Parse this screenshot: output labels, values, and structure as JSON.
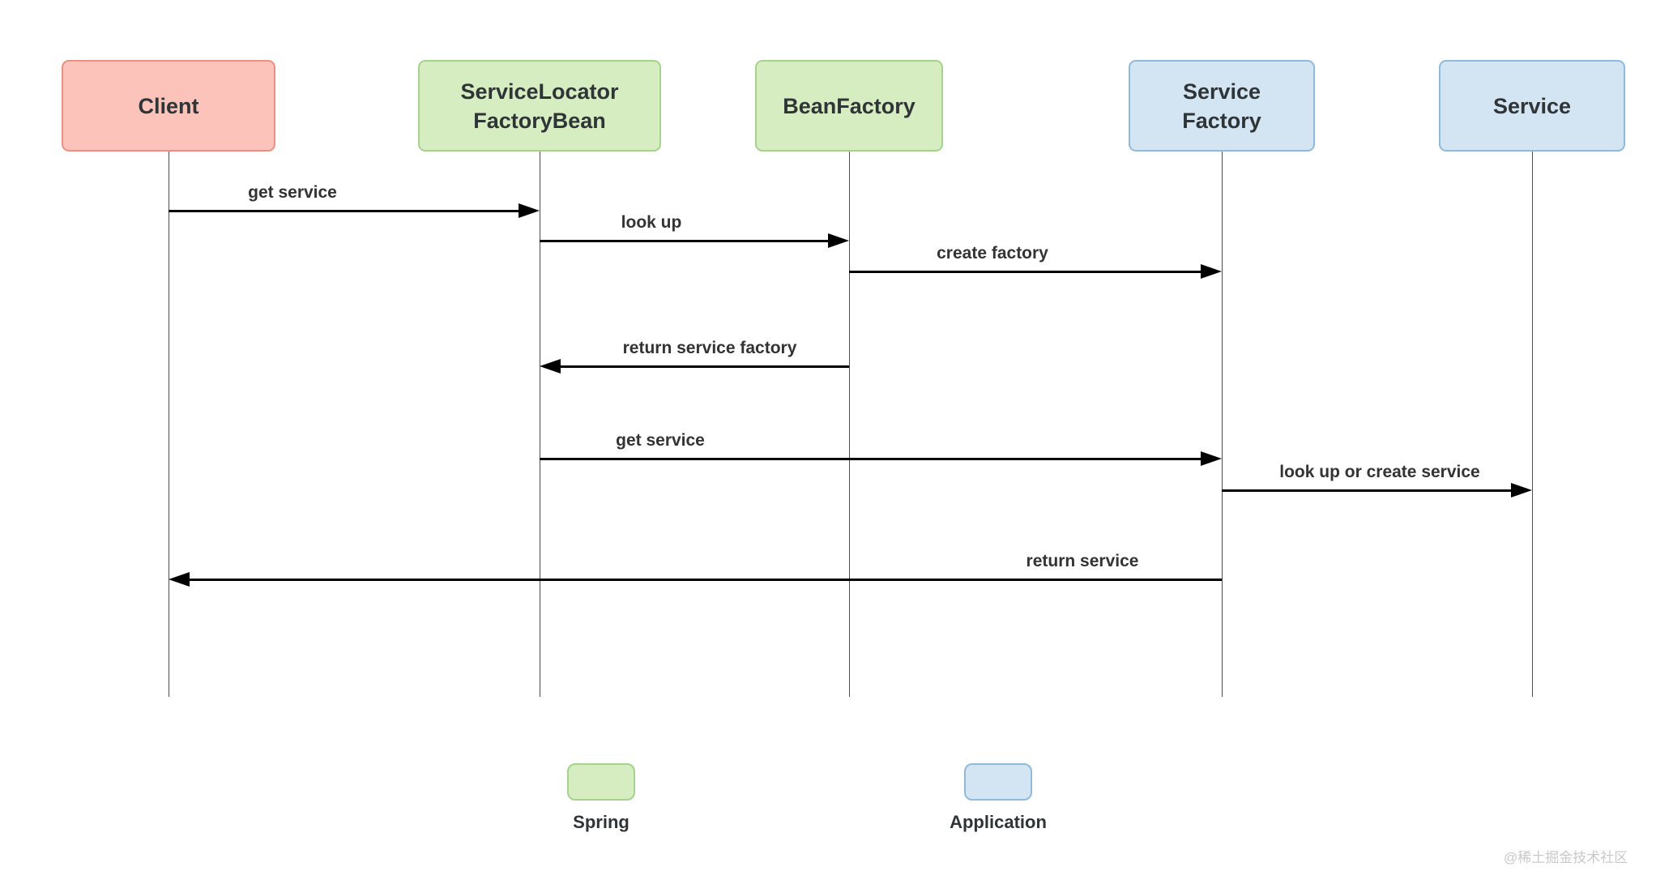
{
  "actors": [
    {
      "name": "Client",
      "fill": "#fbc3b9",
      "border": "#ee8f83",
      "category": ""
    },
    {
      "name": "ServiceLocator\nFactoryBean",
      "fill": "#d6ecc1",
      "border": "#a5d38b",
      "category": "Spring"
    },
    {
      "name": "BeanFactory",
      "fill": "#d6ecc1",
      "border": "#a5d38b",
      "category": "Spring"
    },
    {
      "name": "Service\nFactory",
      "fill": "#d3e5f3",
      "border": "#90badb",
      "category": "Application"
    },
    {
      "name": "Service",
      "fill": "#d3e5f3",
      "border": "#90badb",
      "category": "Application"
    }
  ],
  "messages": [
    {
      "label": "get service",
      "from": "Client",
      "to": "ServiceLocatorFactoryBean",
      "direction": "right"
    },
    {
      "label": "look up",
      "from": "ServiceLocatorFactoryBean",
      "to": "BeanFactory",
      "direction": "right"
    },
    {
      "label": "create factory",
      "from": "BeanFactory",
      "to": "Service Factory",
      "direction": "right"
    },
    {
      "label": "return service factory",
      "from": "BeanFactory",
      "to": "ServiceLocatorFactoryBean",
      "direction": "left"
    },
    {
      "label": "get service",
      "from": "ServiceLocatorFactoryBean",
      "to": "Service Factory",
      "direction": "right"
    },
    {
      "label": "look up or create service",
      "from": "Service Factory",
      "to": "Service",
      "direction": "right"
    },
    {
      "label": "return service",
      "from": "Service Factory",
      "to": "Client",
      "direction": "left"
    }
  ],
  "legend": [
    {
      "label": "Spring",
      "fill": "#d6ecc1",
      "border": "#a5d38b"
    },
    {
      "label": "Application",
      "fill": "#d3e5f3",
      "border": "#90badb"
    }
  ],
  "watermark": {
    "text": "@稀土掘金技术社区",
    "color": "#c9c9c9"
  },
  "colors": {
    "arrow": "#000000",
    "lifeline": "#4d4d4d",
    "text": "#2f3437",
    "background": "#ffffff"
  }
}
